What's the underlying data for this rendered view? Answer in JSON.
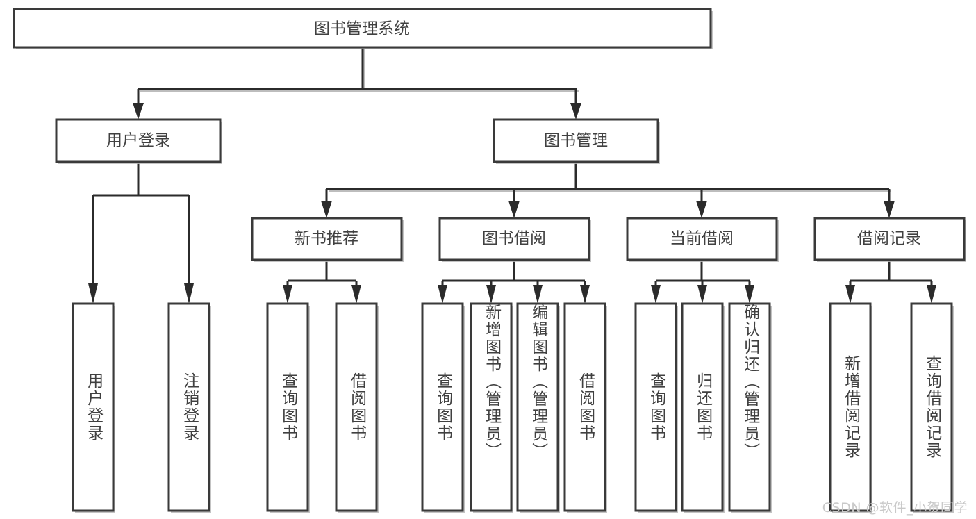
{
  "diagram": {
    "type": "tree-hierarchy",
    "title": "图书管理系统",
    "watermark": "CSDN @软件_小贺同学",
    "colors": {
      "box_stroke": "#3a3a3a",
      "connector": "#2b2b2b",
      "text": "#404040",
      "background": "#ffffff",
      "shadow": "#b9b9b9",
      "watermark": "#c9c9c9"
    },
    "levels": {
      "root": {
        "label": "图书管理系统"
      },
      "level2": [
        {
          "label": "用户登录"
        },
        {
          "label": "图书管理"
        }
      ],
      "level3": [
        {
          "label": "新书推荐"
        },
        {
          "label": "图书借阅"
        },
        {
          "label": "当前借阅"
        },
        {
          "label": "借阅记录"
        }
      ]
    },
    "groups": [
      {
        "parent": "用户登录",
        "leaves": [
          {
            "label": "用户登录"
          },
          {
            "label": "注销登录"
          }
        ]
      },
      {
        "parent": "新书推荐",
        "leaves": [
          {
            "label": "查询图书"
          },
          {
            "label": "借阅图书"
          }
        ]
      },
      {
        "parent": "图书借阅",
        "leaves": [
          {
            "label": "查询图书"
          },
          {
            "label": "新增图书（管理员）"
          },
          {
            "label": "编辑图书（管理员）"
          },
          {
            "label": "借阅图书"
          }
        ]
      },
      {
        "parent": "当前借阅",
        "leaves": [
          {
            "label": "查询图书"
          },
          {
            "label": "归还图书"
          },
          {
            "label": "确认归还（管理员）"
          }
        ]
      },
      {
        "parent": "借阅记录",
        "leaves": [
          {
            "label": "新增借阅记录"
          },
          {
            "label": "查询借阅记录"
          }
        ]
      }
    ],
    "leaf_boxes": [
      {
        "label": "用户登录"
      },
      {
        "label": "注销登录"
      },
      {
        "label": "查询图书"
      },
      {
        "label": "借阅图书"
      },
      {
        "label": "查询图书"
      },
      {
        "label": "新增图书（管理员）"
      },
      {
        "label": "编辑图书（管理员）"
      },
      {
        "label": "借阅图书"
      },
      {
        "label": "查询图书"
      },
      {
        "label": "归还图书"
      },
      {
        "label": "确认归还（管理员）"
      },
      {
        "label": "新增借阅记录"
      },
      {
        "label": "查询借阅记录"
      }
    ]
  }
}
